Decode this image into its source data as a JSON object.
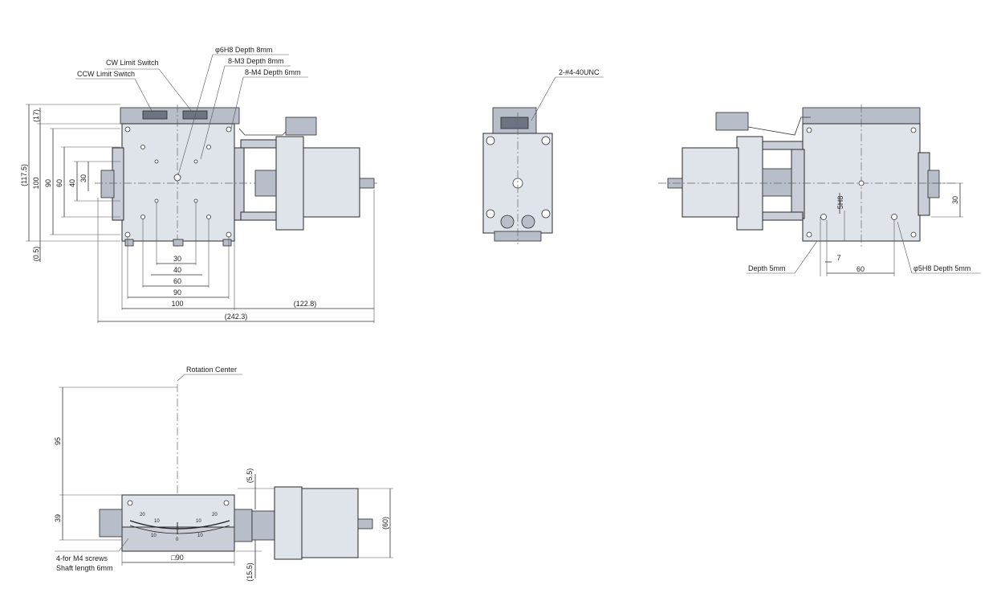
{
  "top_view": {
    "callouts": {
      "bore": "φ6H8 Depth 8mm",
      "m3": "8-M3 Depth 8mm",
      "m4": "8-M4 Depth 6mm",
      "cw": "CW Limit Switch",
      "ccw": "CCW Limit Switch"
    },
    "left_dims": [
      "(17)",
      "(117.5)",
      "100",
      "90",
      "60",
      "40",
      "30",
      "(0.5)"
    ],
    "bottom_dims": [
      "30",
      "40",
      "60",
      "90",
      "100",
      "(122.8)",
      "(242.3)"
    ]
  },
  "end_view": {
    "callout": "2-#4-40UNC"
  },
  "bottom_view": {
    "dims": [
      "5H8",
      "7",
      "60",
      "30"
    ],
    "callouts": {
      "depth": "Depth 5mm",
      "pin": "φ5H8 Depth 5mm"
    }
  },
  "side_view": {
    "rotation_center": "Rotation Center",
    "dims": [
      "95",
      "39",
      "(5.5)",
      "(60)",
      "□90",
      "(15.5)"
    ],
    "screws_line1": "4-for M4 screws",
    "screws_line2": "Shaft length 6mm",
    "scale_labels": [
      "20",
      "10",
      "0",
      "10",
      "20",
      "10",
      "10"
    ]
  }
}
